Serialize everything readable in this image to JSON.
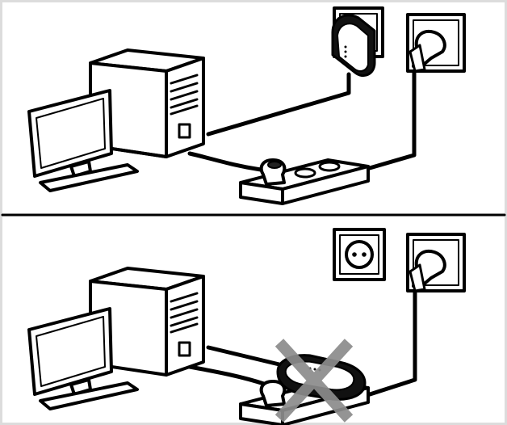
{
  "figure": {
    "panels": [
      {
        "role": "correct-setup",
        "devices": [
          "computer-tower",
          "monitor",
          "keyboard",
          "powerline-adapter",
          "wall-socket",
          "wall-socket-with-plug",
          "power-strip-with-plug"
        ],
        "adapter_location": "wall-socket",
        "crossed_out": false
      },
      {
        "role": "incorrect-setup",
        "devices": [
          "computer-tower",
          "monitor",
          "keyboard",
          "powerline-adapter",
          "wall-socket-empty",
          "wall-socket-with-plug",
          "power-strip-with-plug"
        ],
        "adapter_location": "power-strip",
        "crossed_out": true
      }
    ],
    "colors": {
      "outline": "#000000",
      "fill": "#ffffff",
      "adapter_dark": "#111111",
      "cross": "#8c8c8c",
      "separator": "#000000",
      "frame": "#dcdcdc"
    }
  }
}
